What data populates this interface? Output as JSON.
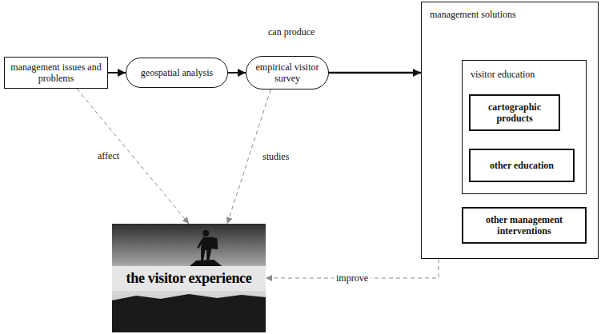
{
  "diagram": {
    "nodes": [
      {
        "text": [
          "management issues and problems"
        ]
      },
      {
        "text": [
          "geospatial analysis"
        ]
      },
      {
        "text": [
          "empirical visitor survey"
        ]
      },
      {
        "text": [
          "management solutions"
        ]
      },
      {
        "text": [
          "visitor education"
        ],
        "in": 3
      },
      {
        "text": [
          "cartographic products"
        ],
        "in": 4
      },
      {
        "text": [
          "other education"
        ],
        "in": 4
      },
      {
        "text": [
          "other management interventions"
        ],
        "in": 3
      },
      {
        "text": [
          "the visitor experience"
        ]
      }
    ],
    "edges": [
      {
        "from": 0,
        "to": 1,
        "arrow": "to"
      },
      {
        "from": 1,
        "to": 2,
        "arrow": "to"
      },
      {
        "from": 2,
        "to": 3,
        "arrow": "to"
      },
      {
        "from": 0,
        "to": 8,
        "arrow": "to",
        "label": "affect"
      },
      {
        "from": 2,
        "to": 8,
        "arrow": "to",
        "label": "studies"
      },
      {
        "from": 3,
        "to": 8,
        "arrow": "to",
        "label": "improve"
      }
    ],
    "labels": [
      "can produce"
    ]
  }
}
